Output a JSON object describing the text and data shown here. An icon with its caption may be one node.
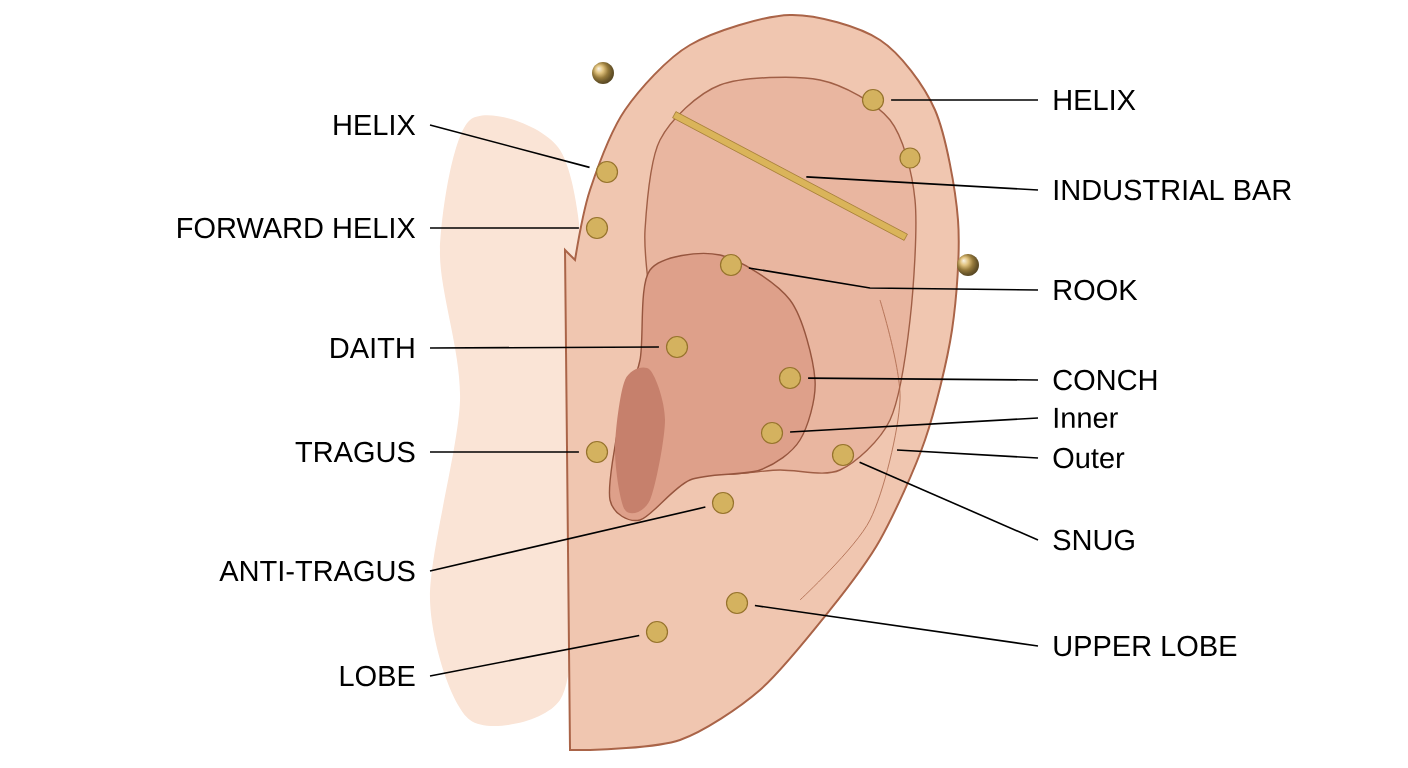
{
  "diagram": {
    "nodes": [
      {
        "text": [
          "HELIX"
        ]
      },
      {
        "text": [
          "FORWARD HELIX"
        ]
      },
      {
        "text": [
          "DAITH"
        ]
      },
      {
        "text": [
          "TRAGUS"
        ]
      },
      {
        "text": [
          "ANTI-TRAGUS"
        ]
      },
      {
        "text": [
          "LOBE"
        ]
      },
      {
        "text": [
          "HELIX"
        ]
      },
      {
        "text": [
          "INDUSTRIAL BAR"
        ]
      },
      {
        "text": [
          "ROOK"
        ]
      },
      {
        "text": [
          "CONCH"
        ]
      },
      {
        "text": [
          "Inner"
        ]
      },
      {
        "text": [
          "Outer"
        ]
      },
      {
        "text": [
          "SNUG"
        ]
      },
      {
        "text": [
          "UPPER LOBE"
        ]
      },
      {
        "text": [],
        "shape": "circle"
      },
      {
        "text": [],
        "shape": "circle"
      },
      {
        "text": [],
        "shape": "circle"
      },
      {
        "text": [],
        "shape": "circle"
      },
      {
        "text": [],
        "shape": "circle"
      },
      {
        "text": [],
        "shape": "circle"
      },
      {
        "text": [],
        "shape": "circle"
      },
      {
        "text": [],
        "shape": "bar"
      },
      {
        "text": [],
        "shape": "circle"
      },
      {
        "text": [],
        "shape": "circle"
      },
      {
        "text": [],
        "shape": "circle"
      },
      {
        "text": [],
        "shape": "circle"
      },
      {
        "text": [],
        "shape": "circle"
      }
    ],
    "edges": [
      {
        "from": 0,
        "to": 14,
        "arrow": "none"
      },
      {
        "from": 1,
        "to": 15,
        "arrow": "none"
      },
      {
        "from": 2,
        "to": 16,
        "arrow": "none"
      },
      {
        "from": 3,
        "to": 17,
        "arrow": "none"
      },
      {
        "from": 4,
        "to": 18,
        "arrow": "none"
      },
      {
        "from": 5,
        "to": 19,
        "arrow": "none"
      },
      {
        "from": 6,
        "to": 20,
        "arrow": "none"
      },
      {
        "from": 7,
        "to": 21,
        "arrow": "none"
      },
      {
        "from": 8,
        "to": 22,
        "arrow": "none"
      },
      {
        "from": 9,
        "to": 23,
        "arrow": "none"
      },
      {
        "from": 10,
        "to": 24,
        "arrow": "none"
      },
      {
        "from": 11,
        "to": null,
        "arrow": "none"
      },
      {
        "from": 12,
        "to": 25,
        "arrow": "none"
      },
      {
        "from": 13,
        "to": 26,
        "arrow": "none"
      }
    ]
  }
}
